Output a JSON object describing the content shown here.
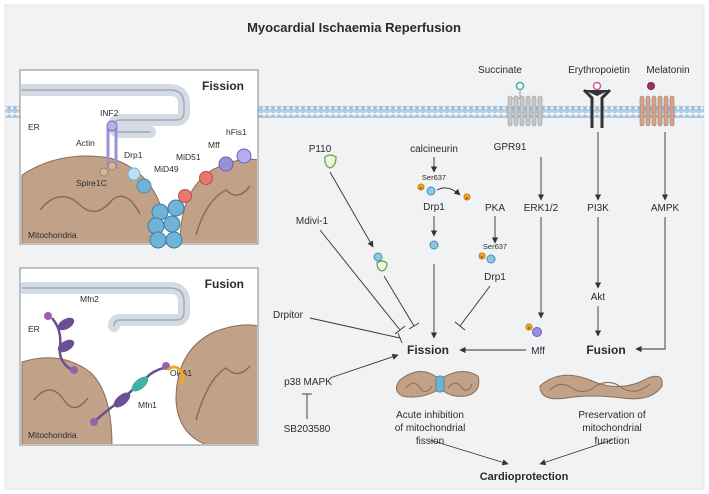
{
  "title": "Myocardial Ischaemia Reperfusion",
  "fission_panel": {
    "title": "Fission",
    "labels": {
      "er": "ER",
      "inf2": "INF2",
      "actin": "Actin",
      "spire1c": "Spire1C",
      "drp1": "Drp1",
      "mid49": "MiD49",
      "mid51": "MiD51",
      "mff": "Mff",
      "hfis1": "hFis1",
      "mitochondria": "Mitochondria"
    }
  },
  "fusion_panel": {
    "title": "Fusion",
    "labels": {
      "er": "ER",
      "mfn2": "Mfn2",
      "opa1": "OPA1",
      "mfn1": "Mfn1",
      "mitochondria": "Mitochondria"
    }
  },
  "pathway": {
    "receptors": {
      "succinate": "Succinate",
      "erythropoietin": "Erythropoietin",
      "melatonin": "Melatonin"
    },
    "nodes": {
      "p110": "P110",
      "calcineurin": "calcineurin",
      "ser637_a": "Ser637",
      "drp1_a": "Drp1",
      "gpr91": "GPR91",
      "pka": "PKA",
      "ser637_b": "Ser637",
      "drp1_b": "Drp1",
      "erk12": "ERK1/2",
      "pi3k": "PI3K",
      "ampk": "AMPK",
      "akt": "Akt",
      "mdivi1": "Mdivi-1",
      "drpitor": "Drpitor",
      "mff": "Mff",
      "p38": "p38 MAPK",
      "sb203580": "SB203580",
      "fission": "Fission",
      "fusion": "Fusion",
      "p_symbol": "P"
    },
    "outcomes": {
      "fission_line1": "Acute inhibition",
      "fission_line2": "of mitochondrial",
      "fission_line3": "fission",
      "fusion_line1": "Preservation of",
      "fusion_line2": "mitochondrial",
      "fusion_line3": "function",
      "final": "Cardioprotection"
    }
  },
  "colors": {
    "background": "#f1f2f3",
    "membrane_head": "#a9c8e4",
    "mitochondria": "#c2a189",
    "drp1_blue": "#6fb3d6",
    "mid51_red": "#e8776c",
    "hfis1_purple": "#9b8fd8",
    "mfn_purple": "#6a4f93",
    "opa1_orange": "#f1a524",
    "teal": "#3fb3a4",
    "arrow": "#333333"
  }
}
